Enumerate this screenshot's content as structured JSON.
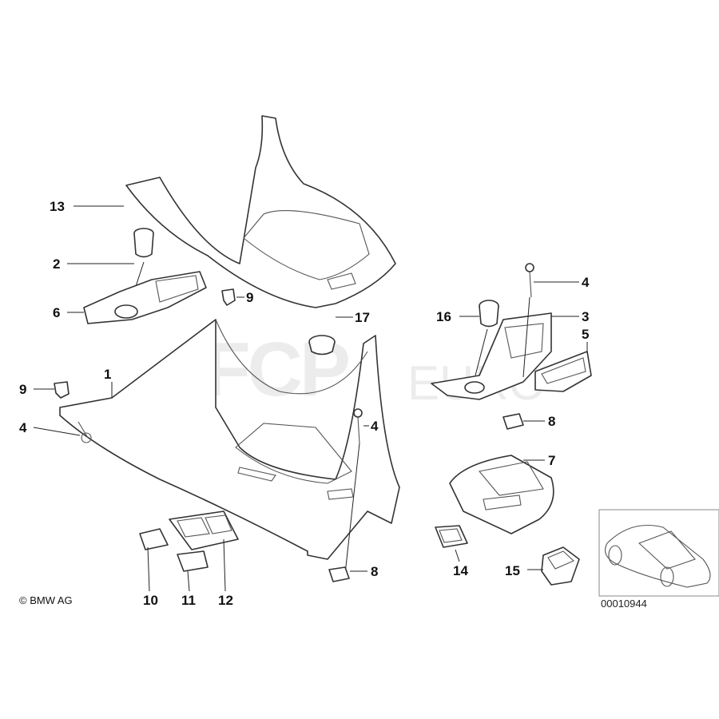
{
  "diagram": {
    "copyright": "© BMW AG",
    "reference_number": "00010944",
    "watermark": "FCP EURO",
    "callouts": [
      {
        "id": "13"
      },
      {
        "id": "2"
      },
      {
        "id": "6"
      },
      {
        "id": "9a",
        "label": "9"
      },
      {
        "id": "1"
      },
      {
        "id": "9b",
        "label": "9"
      },
      {
        "id": "4a",
        "label": "4"
      },
      {
        "id": "17"
      },
      {
        "id": "16"
      },
      {
        "id": "4b",
        "label": "4"
      },
      {
        "id": "3"
      },
      {
        "id": "5"
      },
      {
        "id": "4c",
        "label": "4"
      },
      {
        "id": "8a",
        "label": "8"
      },
      {
        "id": "7"
      },
      {
        "id": "8b",
        "label": "8"
      },
      {
        "id": "14"
      },
      {
        "id": "15"
      },
      {
        "id": "10"
      },
      {
        "id": "11"
      },
      {
        "id": "12"
      }
    ]
  },
  "labels": {
    "l13": "13",
    "l2": "2",
    "l6": "6",
    "l9a": "9",
    "l1": "1",
    "l9b": "9",
    "l4a": "4",
    "l17": "17",
    "l16": "16",
    "l4b": "4",
    "l3": "3",
    "l5": "5",
    "l4c": "4",
    "l8a": "8",
    "l7": "7",
    "l8b": "8",
    "l14": "14",
    "l15": "15",
    "l10": "10",
    "l11": "11",
    "l12": "12"
  }
}
